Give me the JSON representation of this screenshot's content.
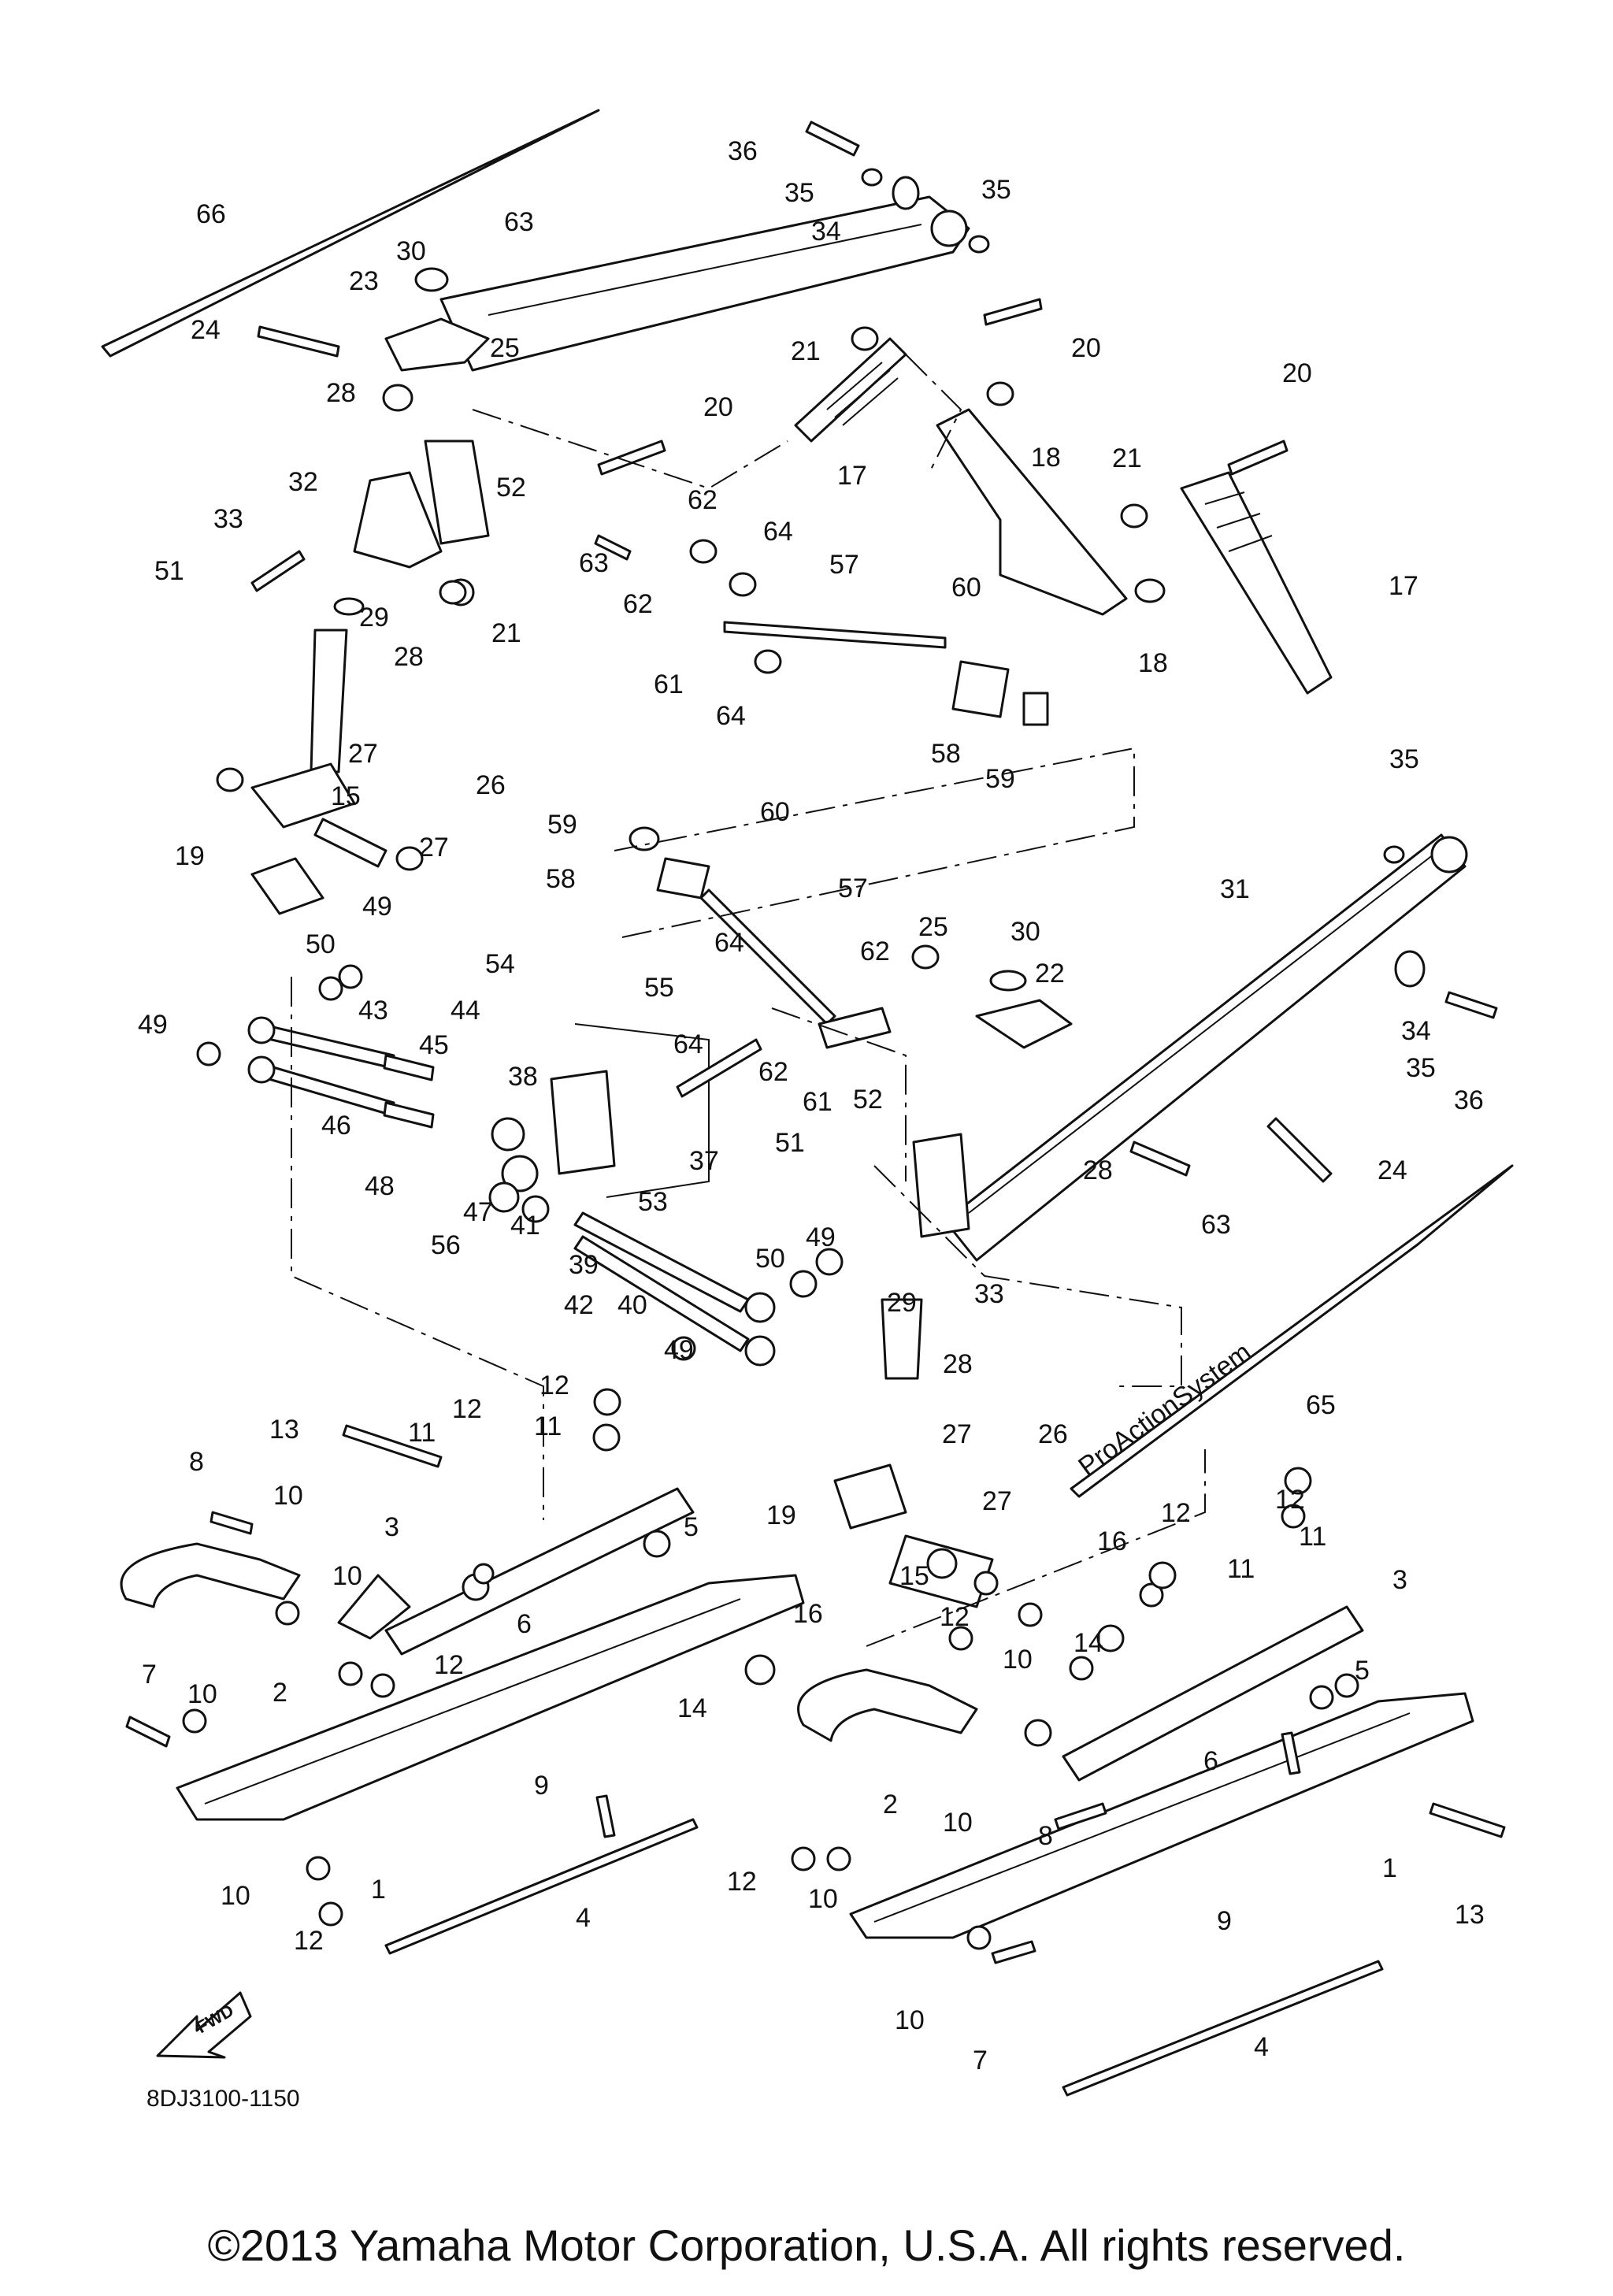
{
  "document_code": "8DJ3100-1150",
  "copyright": "©2013 Yamaha Motor Corporation, U.S.A. All rights reserved.",
  "fwd_label": "FWD",
  "ski_brand_text": "ProActionSystem",
  "callouts": [
    "1",
    "2",
    "3",
    "4",
    "5",
    "6",
    "7",
    "8",
    "9",
    "10",
    "11",
    "12",
    "13",
    "14",
    "15",
    "16",
    "17",
    "18",
    "19",
    "20",
    "21",
    "22",
    "23",
    "24",
    "25",
    "26",
    "27",
    "28",
    "29",
    "30",
    "31",
    "32",
    "33",
    "34",
    "35",
    "36",
    "37",
    "38",
    "39",
    "40",
    "41",
    "42",
    "43",
    "44",
    "45",
    "46",
    "47",
    "48",
    "49",
    "50",
    "51",
    "52",
    "53",
    "54",
    "55",
    "56",
    "57",
    "58",
    "59",
    "60",
    "61",
    "62",
    "63",
    "64",
    "65",
    "66"
  ]
}
